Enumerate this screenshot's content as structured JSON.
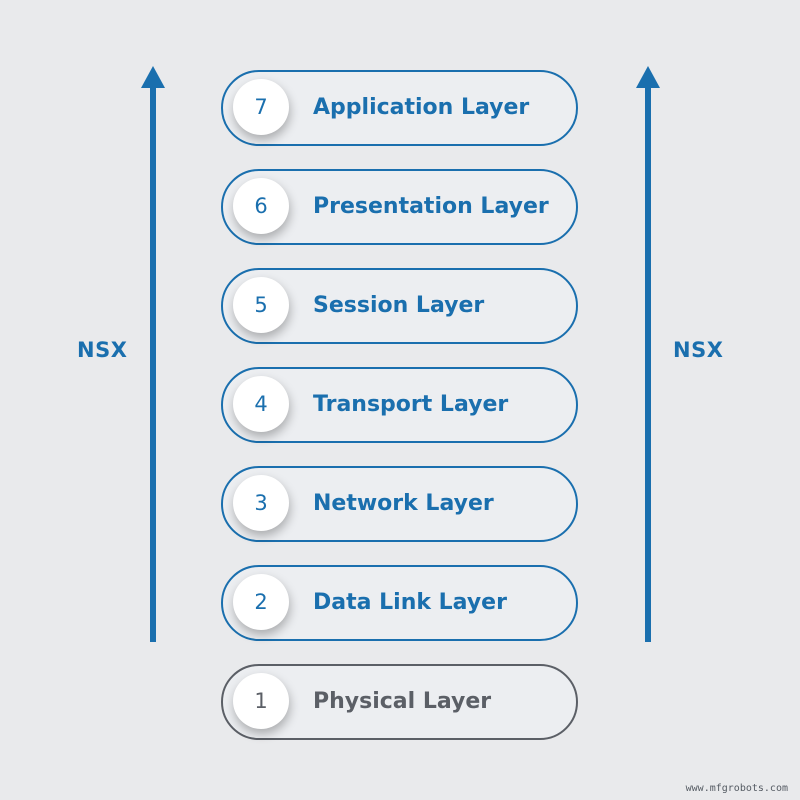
{
  "colors": {
    "accent": "#1a6fae",
    "physical": "#5b5f66",
    "background": "#e9eaec"
  },
  "side_labels": {
    "left": "NSX",
    "right": "NSX"
  },
  "layers": [
    {
      "number": "7",
      "name": "Application Layer"
    },
    {
      "number": "6",
      "name": "Presentation Layer"
    },
    {
      "number": "5",
      "name": "Session Layer"
    },
    {
      "number": "4",
      "name": "Transport Layer"
    },
    {
      "number": "3",
      "name": "Network Layer"
    },
    {
      "number": "2",
      "name": "Data Link Layer"
    },
    {
      "number": "1",
      "name": "Physical Layer"
    }
  ],
  "watermark": "www.mfgrobots.com"
}
